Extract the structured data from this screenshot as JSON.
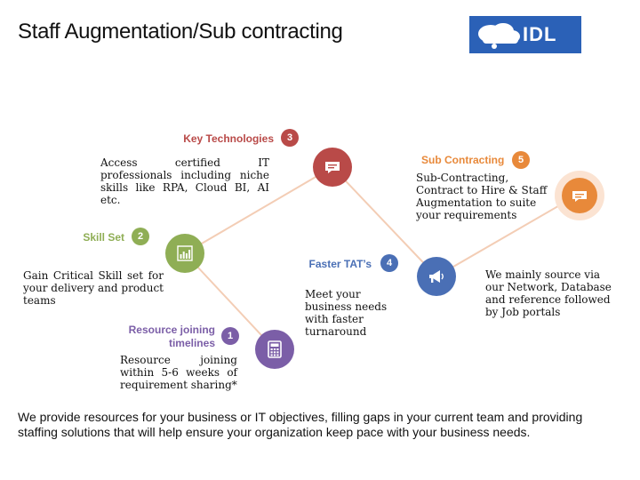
{
  "title": "Staff Augmentation/Sub contracting",
  "logo": {
    "text": "IDL",
    "color": "#2b61b7"
  },
  "steps": [
    {
      "number": "1",
      "heading": "Resource joining timelines",
      "heading_line1": "Resource joining",
      "heading_line2": "timelines",
      "description": "Resource joining within 5-6 weeks of requirement sharing*",
      "color": "#7b5ea7",
      "icon": "calculator-icon"
    },
    {
      "number": "2",
      "heading": "Skill Set",
      "description": "Gain Critical Skill set for your delivery and product teams",
      "color": "#8fae55",
      "icon": "bar-chart-icon"
    },
    {
      "number": "3",
      "heading": "Key Technologies",
      "description": "Access certified IT professionals including niche skills like RPA, Cloud BI, AI etc.",
      "color": "#b94a48",
      "icon": "chat-bubble-icon"
    },
    {
      "number": "4",
      "heading": "Faster TAT’s",
      "description": "Meet your business needs with faster turnaround",
      "color": "#4a6fb5",
      "icon": "megaphone-icon"
    },
    {
      "number": "5",
      "heading": "Sub Contracting",
      "description": "Sub-Contracting, Contract to Hire & Staff Augmentation to suite your requirements",
      "color": "#e8893a",
      "icon": "chat-bubble-icon"
    }
  ],
  "source_note": "We mainly source via our Network, Database and reference followed by Job portals",
  "footer": "We provide resources for your business or IT objectives, filling gaps in your current team and providing staffing solutions that will help ensure your organization keep pace with your business needs.",
  "connector_color": "#f3cdb5"
}
